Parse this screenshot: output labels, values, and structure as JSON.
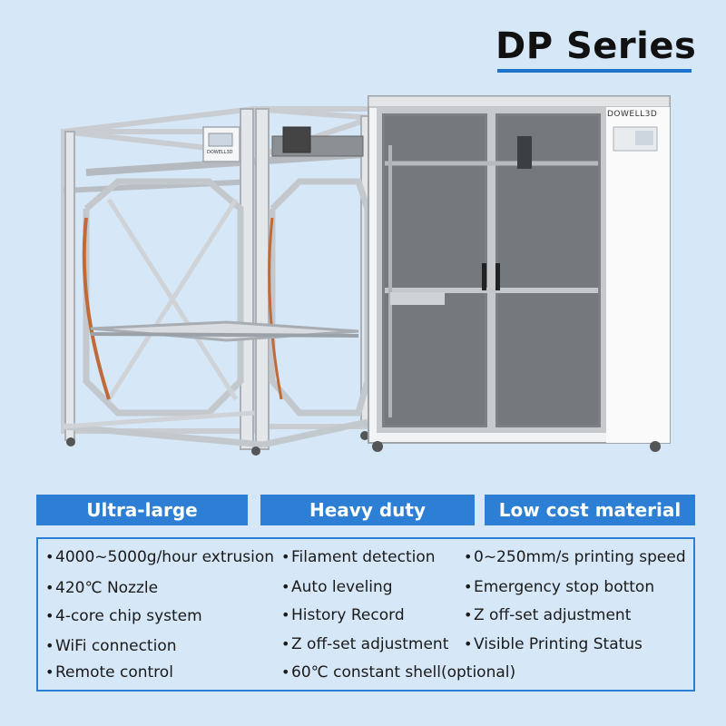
{
  "header": {
    "title": "DP Series"
  },
  "products": {
    "cabinet_brand": "DOWELL3D",
    "frame_brand": "DOWELL3D"
  },
  "badges": [
    "Ultra-large",
    "Heavy duty",
    "Low cost material"
  ],
  "features": {
    "col1": [
      "4000~5000g/hour extrusion",
      "420℃ Nozzle",
      "4-core chip system",
      "WiFi connection",
      "Remote control"
    ],
    "col2": [
      "Filament detection",
      "Auto leveling",
      "History Record",
      "Z off-set adjustment",
      "60℃ constant shell(optional)"
    ],
    "col3": [
      "0~250mm/s printing speed",
      "Emergency stop botton",
      "Z off-set adjustment",
      "Visible Printing Status"
    ]
  },
  "colors": {
    "accent": "#2c7fd4",
    "background": "#d6e7f7"
  }
}
